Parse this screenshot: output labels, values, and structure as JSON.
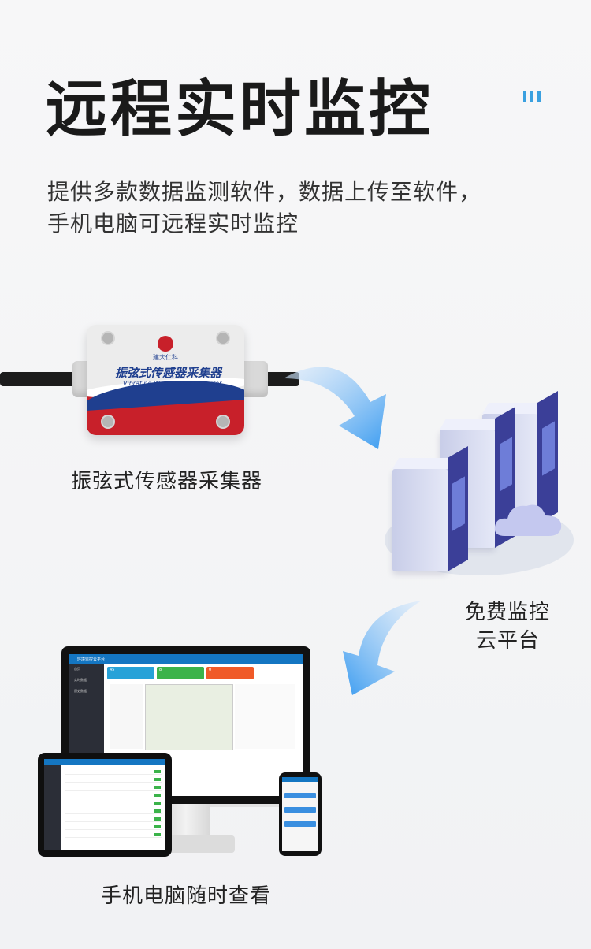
{
  "title": "远程实时监控",
  "subtitle_line1": "提供多款数据监测软件，数据上传至软件，",
  "subtitle_line2": "手机电脑可远程实时监控",
  "collector": {
    "label": "振弦式传感器采集器",
    "device_name_cn": "振弦式传感器采集器",
    "device_name_en": "Vibrating Wire Sensor Collector",
    "brand": "建大仁科"
  },
  "cloud": {
    "label_line1": "免费监控",
    "label_line2": "云平台"
  },
  "devices_label": "手机电脑随时查看",
  "monitor_ui": {
    "app_title": "环境监控云平台",
    "sidebar": [
      "首页",
      "实时数据",
      "历史数据"
    ],
    "cards": [
      {
        "value": "45",
        "color": "#27a2d8"
      },
      {
        "value": "8",
        "color": "#3bb34a"
      },
      {
        "value": "0",
        "color": "#f05a28"
      }
    ]
  },
  "colors": {
    "accent": "#3aa0e0",
    "brand_blue": "#1f3f8f",
    "brand_red": "#c8202a",
    "arrow_blue": "#3b9cf0"
  }
}
